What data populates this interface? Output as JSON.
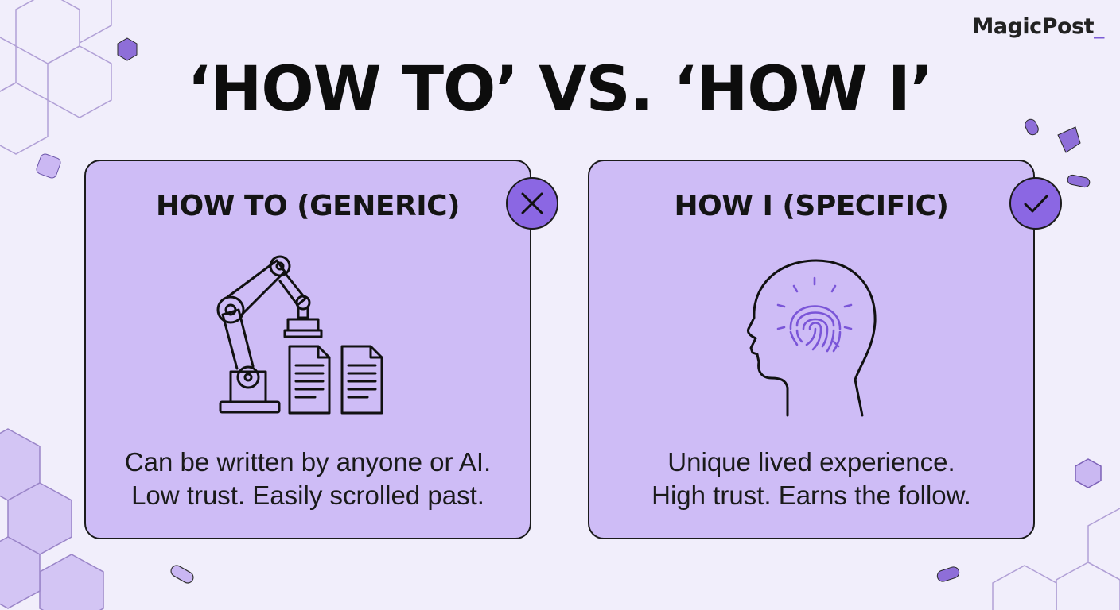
{
  "brand": {
    "name": "MagicPost",
    "cursor": "_"
  },
  "headline": "‘HOW TO’ VS. ‘HOW I’",
  "cards": [
    {
      "title": "HOW TO (GENERIC)",
      "badge_icon": "x-mark-icon",
      "illustration": "robot-arm-stamping-documents-icon",
      "body_line1": "Can be written by anyone or AI.",
      "body_line2": "Low trust. Easily scrolled past."
    },
    {
      "title": "HOW I (SPECIFIC)",
      "badge_icon": "checkmark-icon",
      "illustration": "head-with-fingerprint-icon",
      "body_line1": "Unique lived experience.",
      "body_line2": "High trust. Earns the follow."
    }
  ],
  "colors": {
    "background": "#f1eefb",
    "card": "#cebcf6",
    "accent": "#8b67e3",
    "fingerprint": "#7a55d8"
  }
}
